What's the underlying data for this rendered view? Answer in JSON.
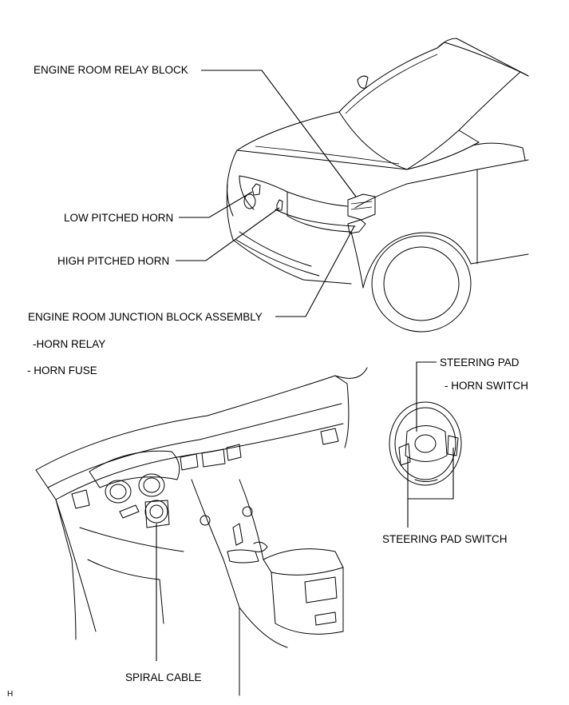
{
  "labels": {
    "engine_room_relay_block": "ENGINE ROOM RELAY BLOCK",
    "low_pitched_horn": "LOW PITCHED HORN",
    "high_pitched_horn": "HIGH PITCHED HORN",
    "engine_room_junction_block": "ENGINE ROOM JUNCTION BLOCK ASSEMBLY",
    "horn_relay": "-HORN RELAY",
    "horn_fuse": "- HORN FUSE",
    "steering_pad": "STEERING PAD",
    "horn_switch": "- HORN SWITCH",
    "steering_pad_switch": "STEERING PAD SWITCH",
    "spiral_cable": "SPIRAL CABLE",
    "corner_mark": "H"
  }
}
